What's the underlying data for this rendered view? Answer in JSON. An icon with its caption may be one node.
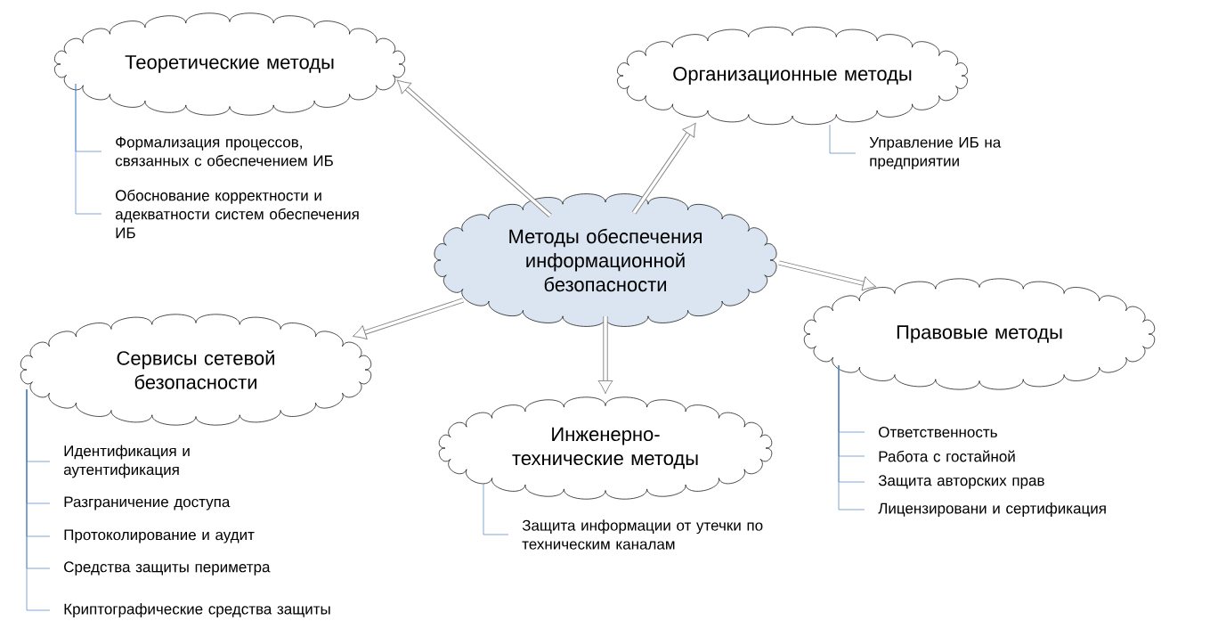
{
  "diagram": {
    "nodes": [
      {
        "text": [
          "Методы обеспечения информационной безопасности"
        ]
      },
      {
        "text": [
          "Теоретические методы"
        ]
      },
      {
        "text": [
          "Формализация процессов, связанных с обеспечением ИБ"
        ]
      },
      {
        "text": [
          "Обоснование корректности и адекватности систем обеспечения ИБ"
        ]
      },
      {
        "text": [
          "Организационные методы"
        ]
      },
      {
        "text": [
          "Управление ИБ на предприятии"
        ]
      },
      {
        "text": [
          "Сервисы сетевой безопасности"
        ]
      },
      {
        "text": [
          "Идентификация и аутентификация"
        ]
      },
      {
        "text": [
          "Разграничение доступа"
        ]
      },
      {
        "text": [
          "Протоколирование и аудит"
        ]
      },
      {
        "text": [
          "Средства защиты периметра"
        ]
      },
      {
        "text": [
          "Криптографические средства защиты"
        ]
      },
      {
        "text": [
          "Инженерно-технические методы"
        ]
      },
      {
        "text": [
          "Защита информации от утечки по техническим каналам"
        ]
      },
      {
        "text": [
          "Правовые методы"
        ]
      },
      {
        "text": [
          "Ответственность"
        ]
      },
      {
        "text": [
          "Работа с гостайной"
        ]
      },
      {
        "text": [
          "Защита авторских прав"
        ]
      },
      {
        "text": [
          "Лицензировани и сертификация"
        ]
      }
    ],
    "edges": [
      {
        "from": 0,
        "to": 1,
        "arrow": "to",
        "style": "thick",
        "color": "#808080"
      },
      {
        "from": 0,
        "to": 4,
        "arrow": "to",
        "style": "thick",
        "color": "#808080"
      },
      {
        "from": 0,
        "to": 14,
        "arrow": "to",
        "style": "thick",
        "color": "#808080"
      },
      {
        "from": 0,
        "to": 12,
        "arrow": "to",
        "style": "thick",
        "color": "#808080"
      },
      {
        "from": 0,
        "to": 6,
        "arrow": "to",
        "style": "thick",
        "color": "#808080"
      },
      {
        "from": 1,
        "to": 2,
        "arrow": "none"
      },
      {
        "from": 1,
        "to": 3,
        "arrow": "none"
      },
      {
        "from": 4,
        "to": 5,
        "arrow": "none"
      },
      {
        "from": 6,
        "to": 7,
        "arrow": "none"
      },
      {
        "from": 6,
        "to": 8,
        "arrow": "none"
      },
      {
        "from": 6,
        "to": 9,
        "arrow": "none"
      },
      {
        "from": 6,
        "to": 10,
        "arrow": "none"
      },
      {
        "from": 6,
        "to": 11,
        "arrow": "none"
      },
      {
        "from": 12,
        "to": 13,
        "arrow": "none"
      },
      {
        "from": 14,
        "to": 15,
        "arrow": "none"
      },
      {
        "from": 14,
        "to": 16,
        "arrow": "none"
      },
      {
        "from": 14,
        "to": 17,
        "arrow": "none"
      },
      {
        "from": 14,
        "to": 18,
        "arrow": "none"
      }
    ]
  }
}
